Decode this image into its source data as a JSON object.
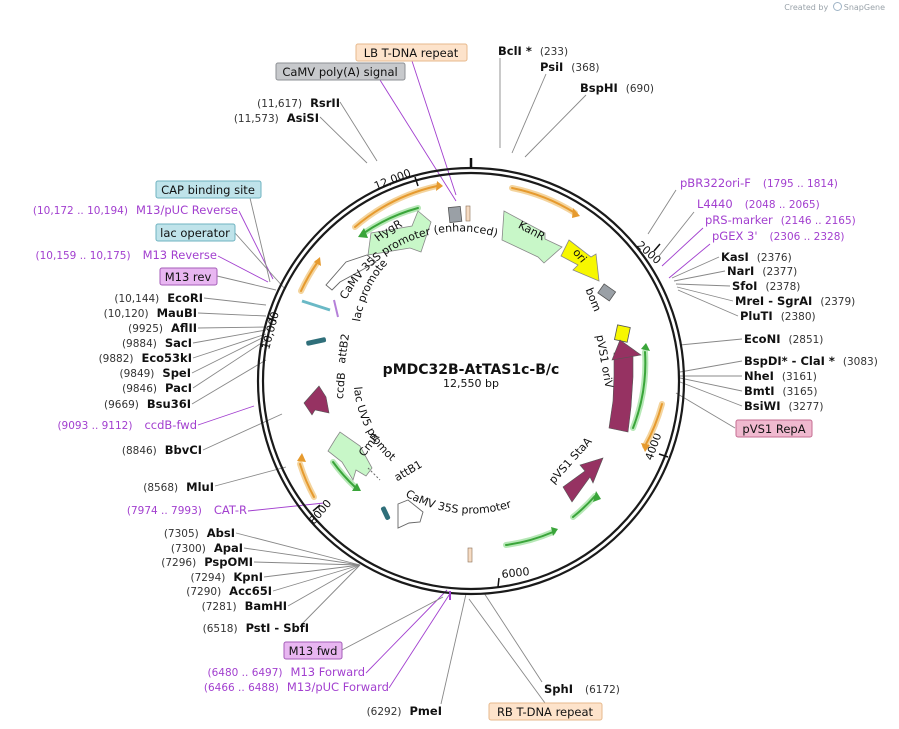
{
  "watermark": {
    "prefix": "Created by",
    "brand": "SnapGene"
  },
  "plasmid": {
    "name": "pMDC32B-AtTAS1c-B/c",
    "size": "12,550 bp"
  },
  "ticks": [
    {
      "label": "2000"
    },
    {
      "label": "4000"
    },
    {
      "label": "6000"
    },
    {
      "label": "8000"
    },
    {
      "label": "10,000"
    },
    {
      "label": "12,000"
    }
  ],
  "sites": [
    {
      "name": "BclI",
      "star": true,
      "pos": "(233)"
    },
    {
      "name": "PsiI",
      "pos": "(368)"
    },
    {
      "name": "BspHI",
      "pos": "(690)"
    },
    {
      "name": "KasI",
      "pos": "(2376)"
    },
    {
      "name": "NarI",
      "pos": "(2377)"
    },
    {
      "name": "SfoI",
      "pos": "(2378)"
    },
    {
      "name": "MreI - SgrAI",
      "pos": "(2379)"
    },
    {
      "name": "PluTI",
      "pos": "(2380)"
    },
    {
      "name": "EcoNI",
      "pos": "(2851)"
    },
    {
      "name": "BspDI* - ClaI *",
      "pos": "(3083)"
    },
    {
      "name": "NheI",
      "pos": "(3161)"
    },
    {
      "name": "BmtI",
      "pos": "(3165)"
    },
    {
      "name": "BsiWI",
      "pos": "(3277)"
    },
    {
      "name": "SphI",
      "pos": "(6172)"
    },
    {
      "name": "PmeI",
      "pos": "(6292)"
    },
    {
      "name": "PstI - SbfI",
      "pos": "(6518)"
    },
    {
      "name": "BamHI",
      "pos": "(7281)"
    },
    {
      "name": "Acc65I",
      "pos": "(7290)"
    },
    {
      "name": "KpnI",
      "pos": "(7294)"
    },
    {
      "name": "PspOMI",
      "pos": "(7296)"
    },
    {
      "name": "ApaI",
      "pos": "(7300)"
    },
    {
      "name": "AbsI",
      "pos": "(7305)"
    },
    {
      "name": "MluI",
      "pos": "(8568)"
    },
    {
      "name": "BbvCI",
      "pos": "(8846)"
    },
    {
      "name": "Bsu36I",
      "pos": "(9669)"
    },
    {
      "name": "PacI",
      "pos": "(9846)"
    },
    {
      "name": "SpeI",
      "pos": "(9849)"
    },
    {
      "name": "Eco53kI",
      "pos": "(9882)"
    },
    {
      "name": "SacI",
      "pos": "(9884)"
    },
    {
      "name": "AflII",
      "pos": "(9925)"
    },
    {
      "name": "MauBI",
      "pos": "(10,120)"
    },
    {
      "name": "EcoRI",
      "pos": "(10,144)"
    },
    {
      "name": "AsiSI",
      "pos": "(11,573)"
    },
    {
      "name": "RsrII",
      "pos": "(11,617)"
    }
  ],
  "primers": [
    {
      "name": "pBR322ori-F",
      "range": "(1795 .. 1814)"
    },
    {
      "name": "L4440",
      "range": "(2048 .. 2065)"
    },
    {
      "name": "pRS-marker",
      "range": "(2146 .. 2165)"
    },
    {
      "name": "pGEX 3'",
      "range": "(2306 .. 2328)"
    },
    {
      "name": "M13 Forward",
      "range": "(6480 .. 6497)"
    },
    {
      "name": "M13/pUC Forward",
      "range": "(6466 .. 6488)"
    },
    {
      "name": "CAT-R",
      "range": "(7974 .. 7993)"
    },
    {
      "name": "ccdB-fwd",
      "range": "(9093 .. 9112)"
    },
    {
      "name": "M13 Reverse",
      "range": "(10,159 .. 10,175)"
    },
    {
      "name": "M13/pUC Reverse",
      "range": "(10,172 .. 10,194)"
    }
  ],
  "boxes": [
    {
      "label": "LB T-DNA repeat",
      "fill": "#fde3cb",
      "stroke": "#e7b98c"
    },
    {
      "label": "CaMV poly(A) signal",
      "fill": "#c7c9cc",
      "stroke": "#8d9094"
    },
    {
      "label": "CAP binding site",
      "fill": "#bfe3ea",
      "stroke": "#6fb3c0"
    },
    {
      "label": "lac operator",
      "fill": "#bfe3ea",
      "stroke": "#6fb3c0"
    },
    {
      "label": "M13 rev",
      "fill": "#e8b6f1",
      "stroke": "#a55db8"
    },
    {
      "label": "pVS1 RepA",
      "fill": "#f0b9cf",
      "stroke": "#c46d92"
    },
    {
      "label": "M13 fwd",
      "fill": "#e8b6f1",
      "stroke": "#a55db8"
    },
    {
      "label": "RB T-DNA repeat",
      "fill": "#fde3cb",
      "stroke": "#e7b98c"
    }
  ],
  "features": [
    {
      "label": "HygR"
    },
    {
      "label": "KanR"
    },
    {
      "label": "ori"
    },
    {
      "label": "bom"
    },
    {
      "label": "pVS1 oriV"
    },
    {
      "label": "pVS1 StaA"
    },
    {
      "label": "CaMV 35S promoter (enhanced)"
    },
    {
      "label": "lac promoter"
    },
    {
      "label": "attB2"
    },
    {
      "label": "ccdB"
    },
    {
      "label": "lac UV5 promoter"
    },
    {
      "label": "CmR"
    },
    {
      "label": "attB1"
    },
    {
      "label": "CaMV 35S promoter"
    }
  ],
  "colors": {
    "primer": "#a23fcf",
    "backbone": "#1a1a1a",
    "hygr": "#c8f7c8",
    "kanr": "#c8f7c8",
    "ori": "#f7f700",
    "pvs1": "#963262",
    "promoter": "#ffffff",
    "orange_arc": "#e69a2e",
    "green_arc": "#3aa53a"
  }
}
